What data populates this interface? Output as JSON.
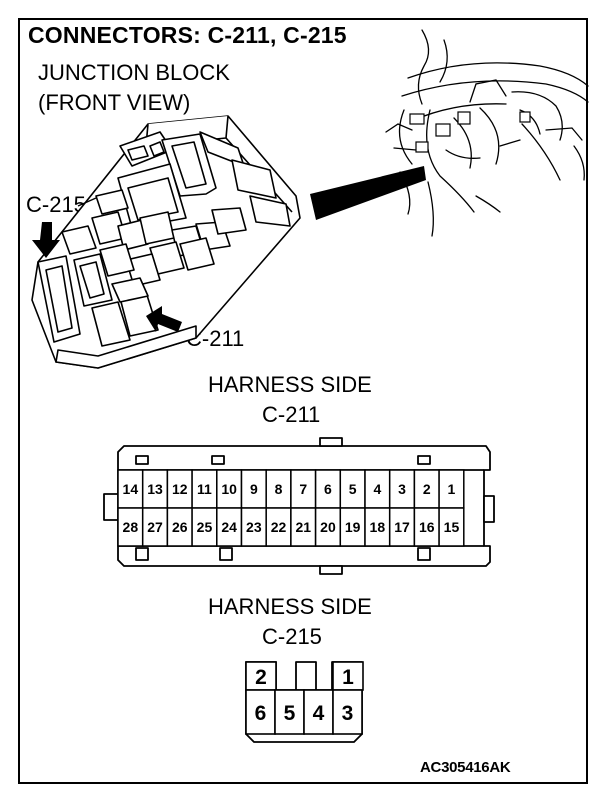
{
  "title": "CONNECTORS: C-211, C-215",
  "junction_block": {
    "line1": "JUNCTION BLOCK",
    "line2": "(FRONT VIEW)"
  },
  "callouts": {
    "c215": "C-215",
    "c211": "C-211"
  },
  "c211_header": {
    "side": "HARNESS SIDE",
    "name": "C-211"
  },
  "c215_header": {
    "side": "HARNESS SIDE",
    "name": "C-215"
  },
  "c211_pins": {
    "top_row": [
      "14",
      "13",
      "12",
      "11",
      "10",
      "9",
      "8",
      "7",
      "6",
      "5",
      "4",
      "3",
      "2",
      "1"
    ],
    "bottom_row": [
      "28",
      "27",
      "26",
      "25",
      "24",
      "23",
      "22",
      "21",
      "20",
      "19",
      "18",
      "17",
      "16",
      "15"
    ]
  },
  "c215_pins": {
    "top_row": [
      "2",
      "",
      "1"
    ],
    "bottom_row": [
      "6",
      "5",
      "4",
      "3"
    ]
  },
  "figure_code": "AC305416AK",
  "colors": {
    "line": "#000000",
    "background": "#ffffff"
  }
}
